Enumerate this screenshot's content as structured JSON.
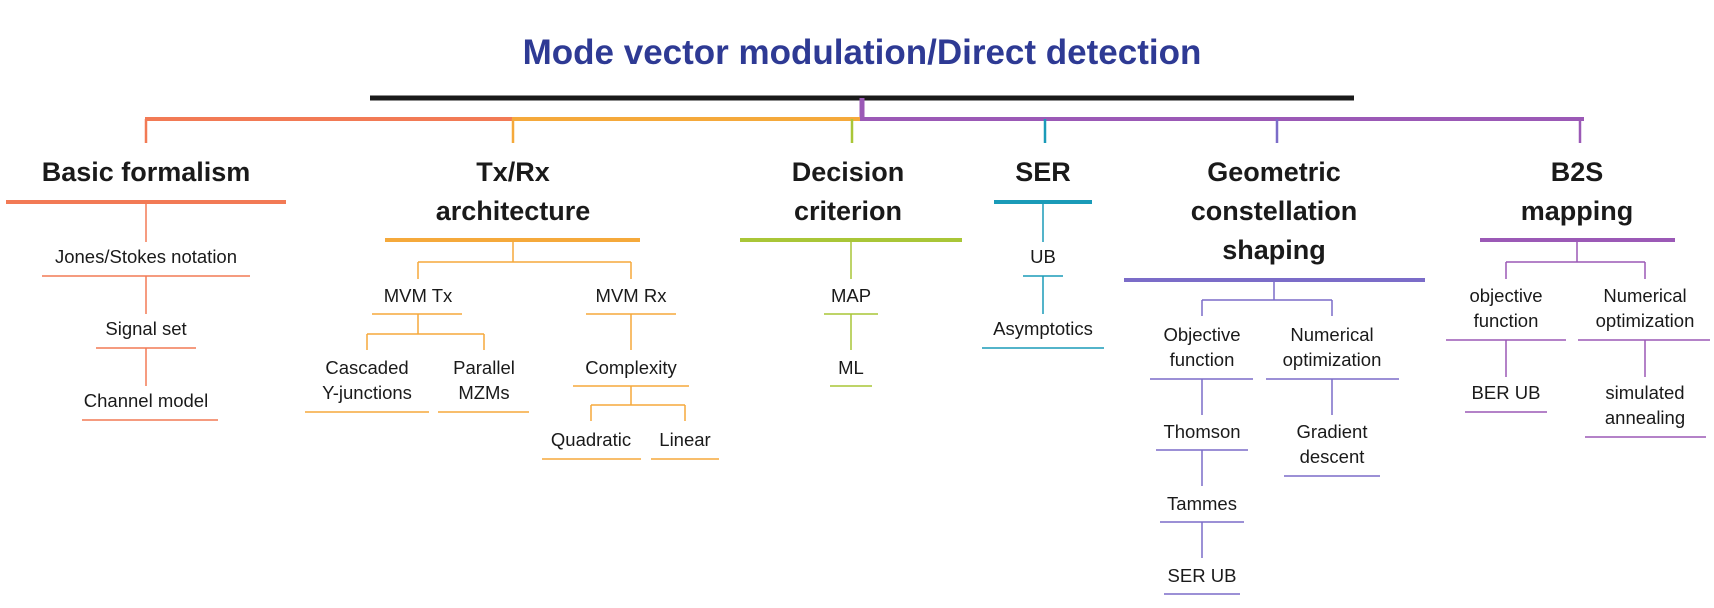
{
  "title": "Mode vector modulation/Direct detection",
  "colors": {
    "title": "#2e3a94",
    "trunk": "#1a1a1a",
    "basic_formalism": "#f27a55",
    "txrx_architecture": "#f5a93b",
    "decision_criterion": "#a9c637",
    "ser": "#1a9bb8",
    "geometric_constellation_shaping": "#7b6cc8",
    "b2s_mapping": "#9b59b6"
  },
  "branches": {
    "basic_formalism": {
      "title": [
        "Basic formalism"
      ],
      "items": [
        "Jones/Stokes notation",
        "Signal set",
        "Channel model"
      ]
    },
    "txrx_architecture": {
      "title": [
        "Tx/Rx",
        "architecture"
      ],
      "mvm_tx": {
        "label": "MVM Tx",
        "children": [
          [
            "Cascaded",
            "Y-junctions"
          ],
          [
            "Parallel",
            "MZMs"
          ]
        ]
      },
      "mvm_rx": {
        "label": "MVM Rx",
        "complexity": "Complexity",
        "children": [
          "Quadratic",
          "Linear"
        ]
      }
    },
    "decision_criterion": {
      "title": [
        "Decision",
        "criterion"
      ],
      "items": [
        "MAP",
        "ML"
      ]
    },
    "ser": {
      "title": [
        "SER"
      ],
      "items": [
        "UB",
        "Asymptotics"
      ]
    },
    "geometric_constellation_shaping": {
      "title": [
        "Geometric",
        "constellation",
        "shaping"
      ],
      "objective": {
        "label": [
          "Objective",
          "function"
        ],
        "items": [
          "Thomson",
          "Tammes",
          "SER UB"
        ]
      },
      "numerical": {
        "label": [
          "Numerical",
          "optimization"
        ],
        "items": [
          [
            "Gradient",
            "descent"
          ]
        ]
      }
    },
    "b2s_mapping": {
      "title": [
        "B2S",
        "mapping"
      ],
      "objective": {
        "label": [
          "objective",
          "function"
        ],
        "items": [
          "BER UB"
        ]
      },
      "numerical": {
        "label": [
          "Numerical",
          "optimization"
        ],
        "items": [
          [
            "simulated",
            "annealing"
          ]
        ]
      }
    }
  }
}
